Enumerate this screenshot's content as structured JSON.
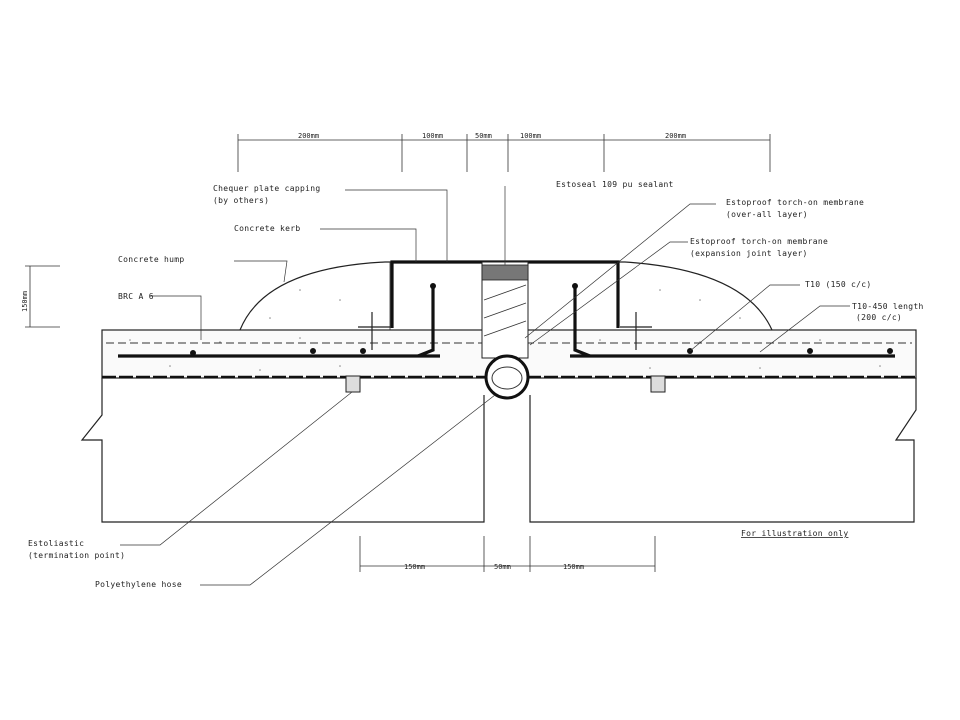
{
  "labels": {
    "chequer_plate": [
      "Chequer plate capping",
      "(by others)"
    ],
    "concrete_kerb": "Concrete kerb",
    "concrete_hump": "Concrete hump",
    "brc": "BRC A 6",
    "estoseal": "Estoseal 109 pu sealant",
    "membrane_overall": [
      "Estoproof torch-on membrane",
      "(over-all layer)"
    ],
    "membrane_expansion": [
      "Estoproof torch-on membrane",
      "(expansion joint layer)"
    ],
    "t10": "T10 (150 c/c)",
    "t10_450": [
      "T10-450 length",
      "(200 c/c)"
    ],
    "estoliastic": [
      "Estoliastic",
      "(termination point)"
    ],
    "hose": "Polyethylene hose",
    "note": "For illustration only"
  },
  "dimensions": {
    "top": [
      "200mm",
      "100mm",
      "50mm",
      "100mm",
      "200mm"
    ],
    "bottom": [
      "150mm",
      "50mm",
      "150mm"
    ],
    "left_height": "150mm"
  },
  "colors": {
    "line": "#222222",
    "background": "#ffffff"
  }
}
